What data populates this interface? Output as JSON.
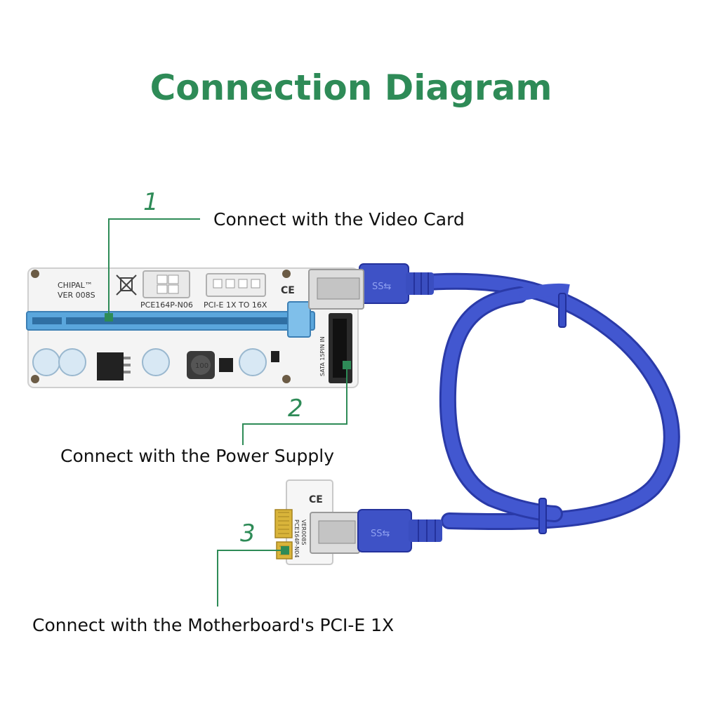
{
  "title": "Connection Diagram",
  "callouts": [
    {
      "number": "1",
      "label": "Connect with the Video Card"
    },
    {
      "number": "2",
      "label": "Connect with the Power Supply"
    },
    {
      "number": "3",
      "label": "Connect with the Motherboard's PCI-E 1X"
    }
  ],
  "board_text": {
    "brand": "CHIPAL™",
    "version": "VER 008S",
    "model": "PCE164P-N06",
    "pcie": "PCI-E 1X TO 16X",
    "sata": "SATA 15PIN IN",
    "inductor": "100",
    "small_board_model": "PCE164P-N04",
    "small_board_version": "VER008S",
    "ce_mark": "CE"
  },
  "colors": {
    "accent": "#2e8b57",
    "cable": "#3c52c8",
    "slot": "#5aa6dc",
    "pcb": "#f4f4f4"
  }
}
